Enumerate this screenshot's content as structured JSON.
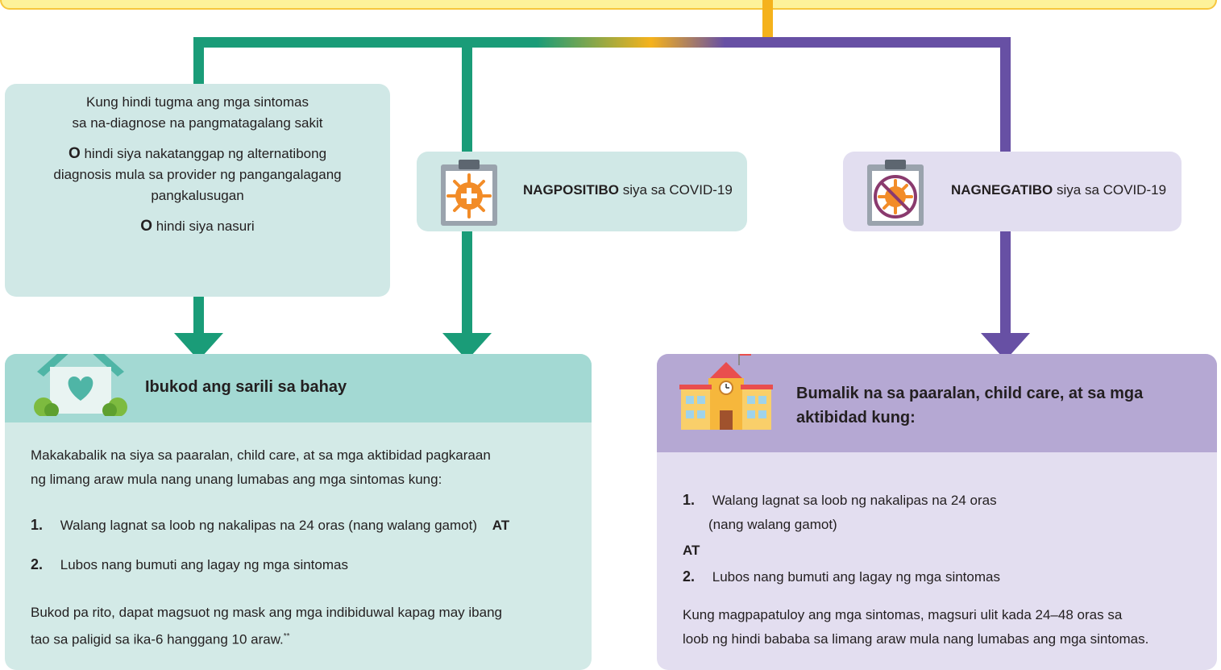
{
  "condition_box": {
    "line1": "Kung hindi tugma ang mga sintomas",
    "line2": "sa na-diagnose na pangmatagalang sakit",
    "opt1_marker": "O",
    "opt1_text_a": "hindi siya nakatanggap ng alternatibong",
    "opt1_text_b": "diagnosis mula sa provider ng pangangalagang",
    "opt1_text_c": "pangkalusugan",
    "opt2_marker": "O",
    "opt2_text": "hindi siya nasuri"
  },
  "positive_box": {
    "bold": "NAGPOSITIBO",
    "rest": "siya sa COVID-19",
    "icon": "clipboard-virus-plus-icon"
  },
  "negative_box": {
    "bold": "NAGNEGATIBO",
    "rest": "siya sa COVID-19",
    "icon": "clipboard-virus-crossed-icon"
  },
  "isolate_card": {
    "title": "Ibukod ang sarili sa bahay",
    "icon": "house-heart-icon",
    "intro_line1": "Makakabalik na siya sa paaralan, child care, at sa mga aktibidad pagkaraan",
    "intro_line2": "ng limang araw mula nang unang lumabas ang mga sintomas kung:",
    "item1_num": "1.",
    "item1_text": "Walang lagnat sa loob ng nakalipas na 24 oras (nang walang gamot)",
    "item1_and": "AT",
    "item2_num": "2.",
    "item2_text": "Lubos nang bumuti ang lagay ng mga sintomas",
    "note_line1": "Bukod pa rito, dapat magsuot ng mask ang mga indibiduwal kapag may ibang",
    "note_line2": "tao sa paligid sa ika-6 hanggang 10 araw.",
    "note_sup": "**"
  },
  "return_card": {
    "title_line1": "Bumalik na sa paaralan, child care, at sa mga",
    "title_line2": "aktibidad kung:",
    "icon": "school-building-icon",
    "item1_num": "1.",
    "item1_line1": "Walang lagnat sa loob ng nakalipas na 24 oras",
    "item1_line2": "(nang walang gamot)",
    "and": "AT",
    "item2_num": "2.",
    "item2_text": "Lubos nang bumuti ang lagay ng mga sintomas",
    "note_line1": "Kung magpapatuloy ang mga sintomas, magsuri ulit kada 24–48 oras sa",
    "note_line2": "loob ng hindi bababa sa limang araw mula nang lumabas ang mga sintomas."
  },
  "colors": {
    "teal": "#1a9c78",
    "purple": "#6750a4",
    "gold": "#f5b21c"
  }
}
